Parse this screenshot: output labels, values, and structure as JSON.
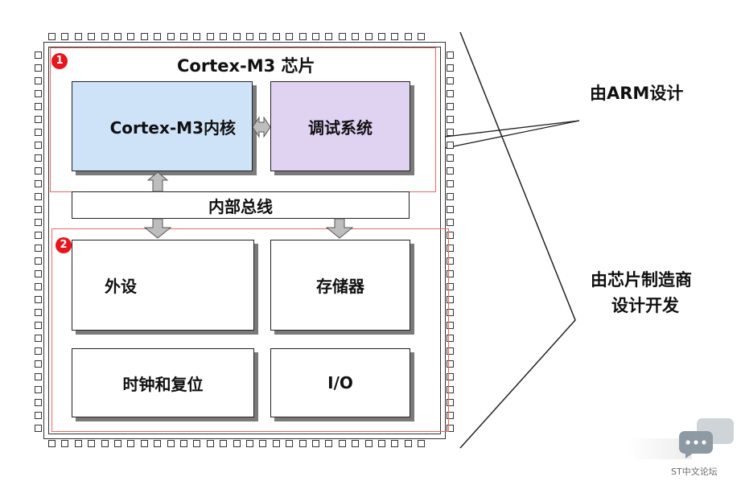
{
  "diagram": {
    "title": "Cortex-M3 芯片",
    "badges": [
      "1",
      "2"
    ],
    "core_block": "Cortex-M3内核",
    "debug_block": "调试系统",
    "bus_block": "内部总线",
    "peripheral_block": "外设",
    "memory_block": "存储器",
    "clock_reset_block": "时钟和复位",
    "io_block": "I/O",
    "label_arm": "由ARM设计",
    "label_vendor_line1": "由芯片制造商",
    "label_vendor_line2": "设计开发"
  },
  "watermark": {
    "text": "ST中文论坛"
  },
  "colors": {
    "core_fill": "#cfe3f8",
    "debug_fill": "#e0d3f2",
    "bus_fill": "#ffffff",
    "arrow_fill": "#bdbdbd",
    "badge_red": "#e8151b",
    "region_border": "#e66666"
  }
}
